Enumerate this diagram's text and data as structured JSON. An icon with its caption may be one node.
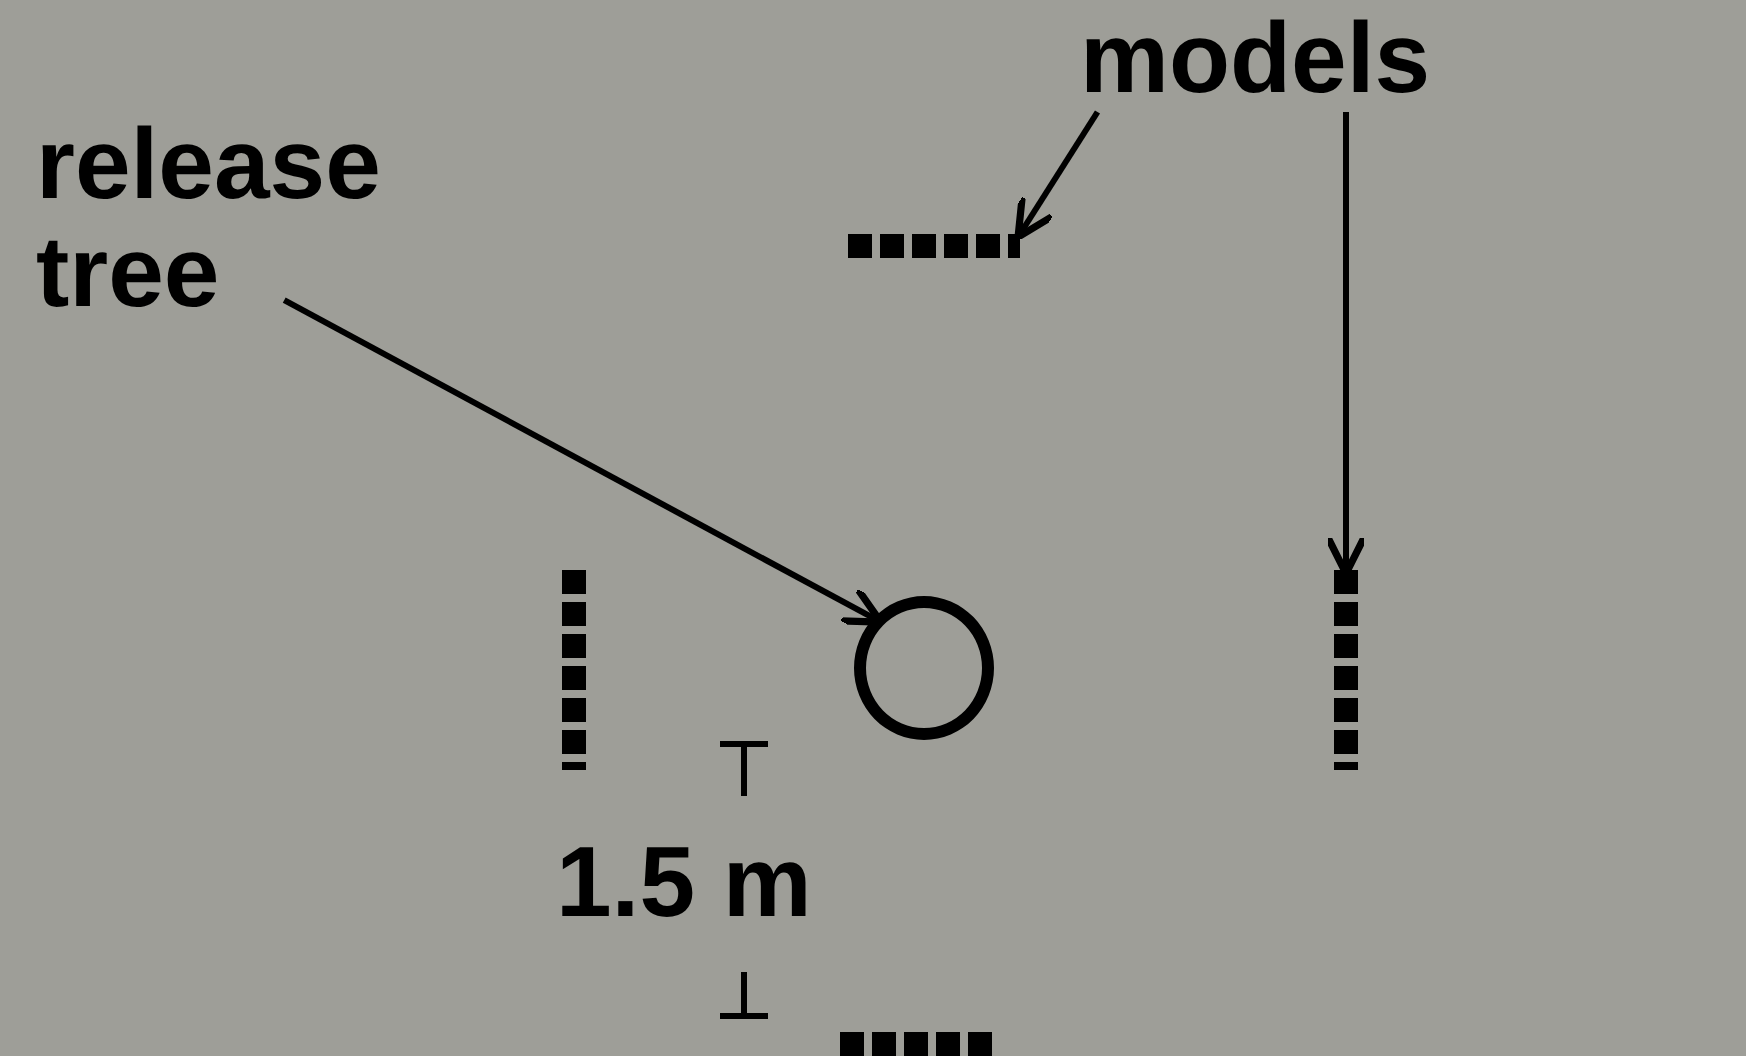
{
  "diagram": {
    "nodes": [
      {
        "text": [
          "release tree"
        ]
      },
      {
        "text": [],
        "shape": "circle"
      },
      {
        "text": [
          "models"
        ]
      },
      {
        "text": [],
        "shape": "bar"
      },
      {
        "text": [],
        "shape": "bar"
      },
      {
        "text": [],
        "shape": "bar"
      },
      {
        "text": [],
        "shape": "bar"
      }
    ],
    "edges": [
      {
        "from": 0,
        "to": 1,
        "arrow": "to"
      },
      {
        "from": 2,
        "to": 3,
        "arrow": "to"
      },
      {
        "from": 2,
        "to": 5,
        "arrow": "to"
      }
    ],
    "labels": [
      "1.5 m"
    ]
  }
}
